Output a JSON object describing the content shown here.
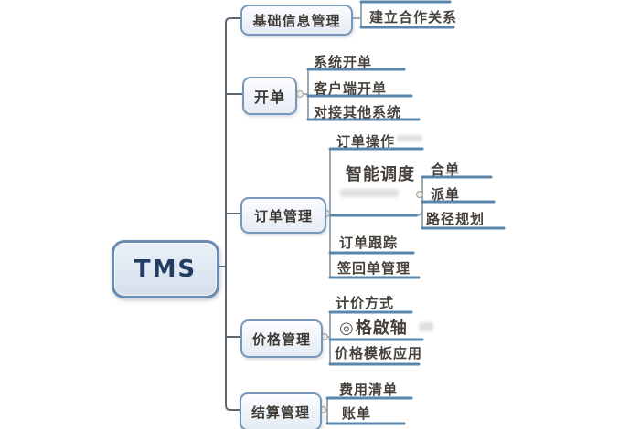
{
  "root": {
    "label": "TMS"
  },
  "branches": [
    {
      "label": "基础信息管理",
      "children": [
        {
          "label": "建立合作关系"
        }
      ]
    },
    {
      "label": "开单",
      "children": [
        {
          "label": "系统开单"
        },
        {
          "label": "客户端开单"
        },
        {
          "label": "对接其他系统"
        }
      ]
    },
    {
      "label": "订单管理",
      "children": [
        {
          "label": "订单操作"
        },
        {
          "label": "智能调度",
          "children": [
            {
              "label": "合单"
            },
            {
              "label": "派单"
            },
            {
              "label": "路径规划"
            }
          ]
        },
        {
          "label": "订单跟踪"
        },
        {
          "label": "签回单管理"
        }
      ]
    },
    {
      "label": "价格管理",
      "children": [
        {
          "label": "计价方式"
        },
        {
          "marker": "◎",
          "label": "格啟轴"
        },
        {
          "label": "价格模板应用"
        }
      ]
    },
    {
      "label": "结算管理",
      "children": [
        {
          "label": "费用清单"
        },
        {
          "label": "账单"
        }
      ]
    }
  ],
  "colors": {
    "topic_line": "#5b86ab",
    "bracket": "#8fa0ad",
    "trunk": "#5c6874",
    "box_border": "#7697b9",
    "box_fill": "#eef2f8",
    "root_text": "#223d63",
    "text": "#46413b"
  }
}
